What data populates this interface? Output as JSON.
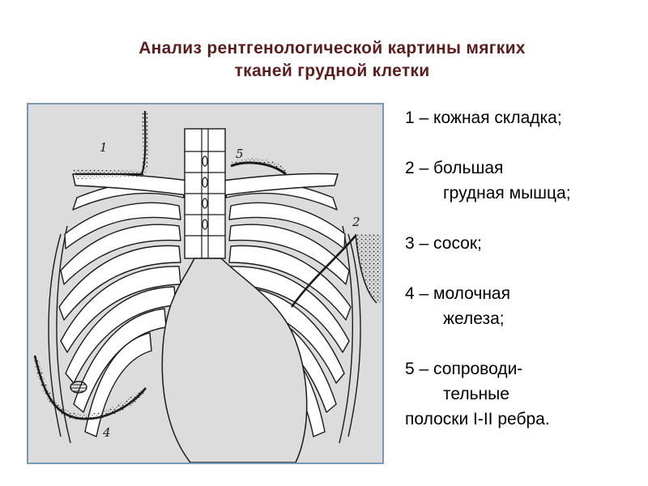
{
  "title": {
    "line1": "Анализ рентгенологической картины мягких",
    "line2": "тканей грудной клетки"
  },
  "figure": {
    "markers": [
      "1",
      "2",
      "4",
      "5"
    ]
  },
  "legend": {
    "items": [
      {
        "line1": "1 – кожная складка;"
      },
      {
        "line1": "2 – большая",
        "line2": "грудная мышца;"
      },
      {
        "line1": "3 – сосок;"
      },
      {
        "line1": "4 – молочная",
        "line2": "железа;"
      },
      {
        "line1": "5 – сопроводи-",
        "line2": "тельные",
        "line3": "полоски I-II ребра."
      }
    ]
  },
  "colors": {
    "title": "#5a1e1e",
    "figure_bg": "#dcdcdc",
    "figure_border": "#7a99b8",
    "rib_fill": "#ffffff",
    "ink": "#1a1a1a"
  }
}
